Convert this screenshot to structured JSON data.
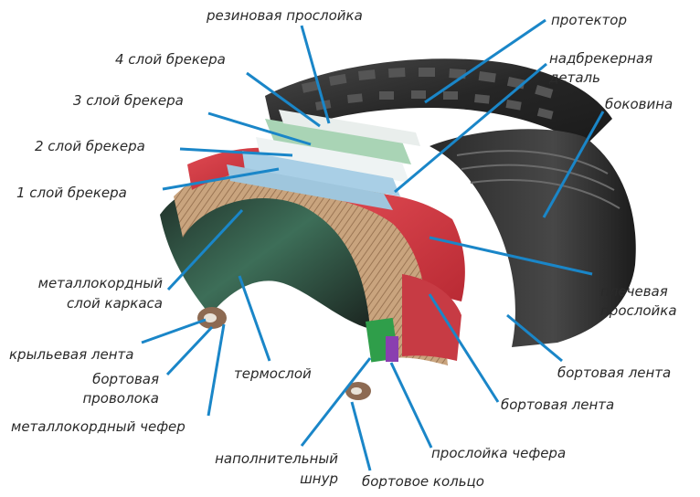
{
  "labels": {
    "rubber_interlayer": "резиновая прослойка",
    "protector": "протектор",
    "breaker_4": "4 слой брекера",
    "above_breaker_1": "надбрекерная",
    "above_breaker_2": "деталь",
    "breaker_3": "3 слой брекера",
    "sidewall": "боковина",
    "breaker_2": "2 слой брекера",
    "breaker_1": "1 слой брекера",
    "metal_cord_1": "металлокордный",
    "metal_cord_2": "слой каркаса",
    "shoulder_1": "плечевая",
    "shoulder_2": "прослойка",
    "wing_tape": "крыльевая лента",
    "bead_wire_1": "бортовая",
    "bead_wire_2": "проволока",
    "thermal_layer": "термослой",
    "bead_tape_outer": "бортовая лента",
    "bead_tape_inner": "бортовая лента",
    "metal_chafer": "металлокордный чефер",
    "filler_cord_1": "наполнительный",
    "filler_cord_2": "шнур",
    "chafer_interlayer": "прослойка чефера",
    "bead_ring": "бортовое кольцо"
  },
  "colors": {
    "leader": "#1a86c8",
    "tread": "#262626",
    "sidewall": "#3a3a3a",
    "shoulder": "#d8353f",
    "cord": "#c8a27c",
    "breaker_green": "#9fd0b0",
    "breaker_blue": "#a9cfe6",
    "breaker_white": "#eef3f3",
    "filler_green": "#2f9e4a",
    "chafer_purple": "#8a3fb0",
    "liner": "#2e5e4a"
  }
}
